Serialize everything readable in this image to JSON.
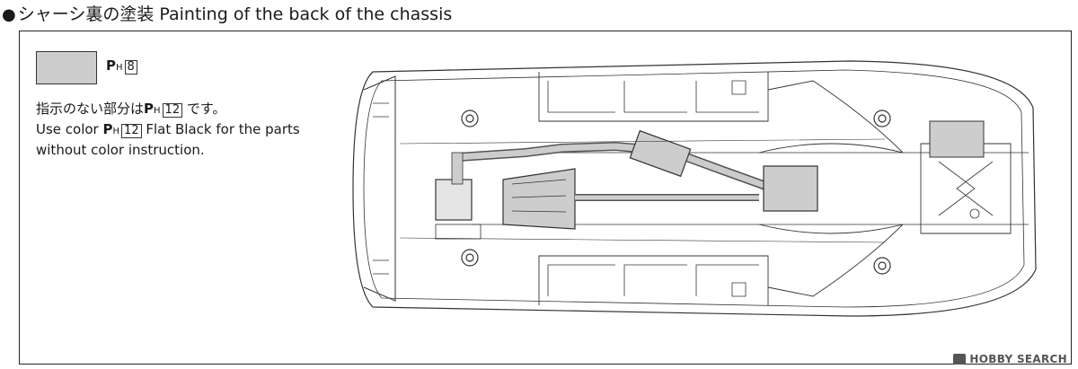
{
  "title": {
    "bullet": "●",
    "text": "シャーシ裏の塗装 Painting of the back of the chassis"
  },
  "legend": {
    "swatch_color": "#cdcdcd",
    "code": {
      "prefix": "P",
      "sub": "H",
      "number": "8"
    }
  },
  "note": {
    "jp_before": "指示のない部分は",
    "jp_code": {
      "prefix": "P",
      "sub": "H",
      "number": "12"
    },
    "jp_after": "です。",
    "en_before": "Use color",
    "en_code": {
      "prefix": "P",
      "sub": "H",
      "number": "12"
    },
    "en_after": "Flat Black for the parts",
    "en_line2": "without color instruction."
  },
  "watermark": {
    "text": "HOBBY SEARCH"
  }
}
